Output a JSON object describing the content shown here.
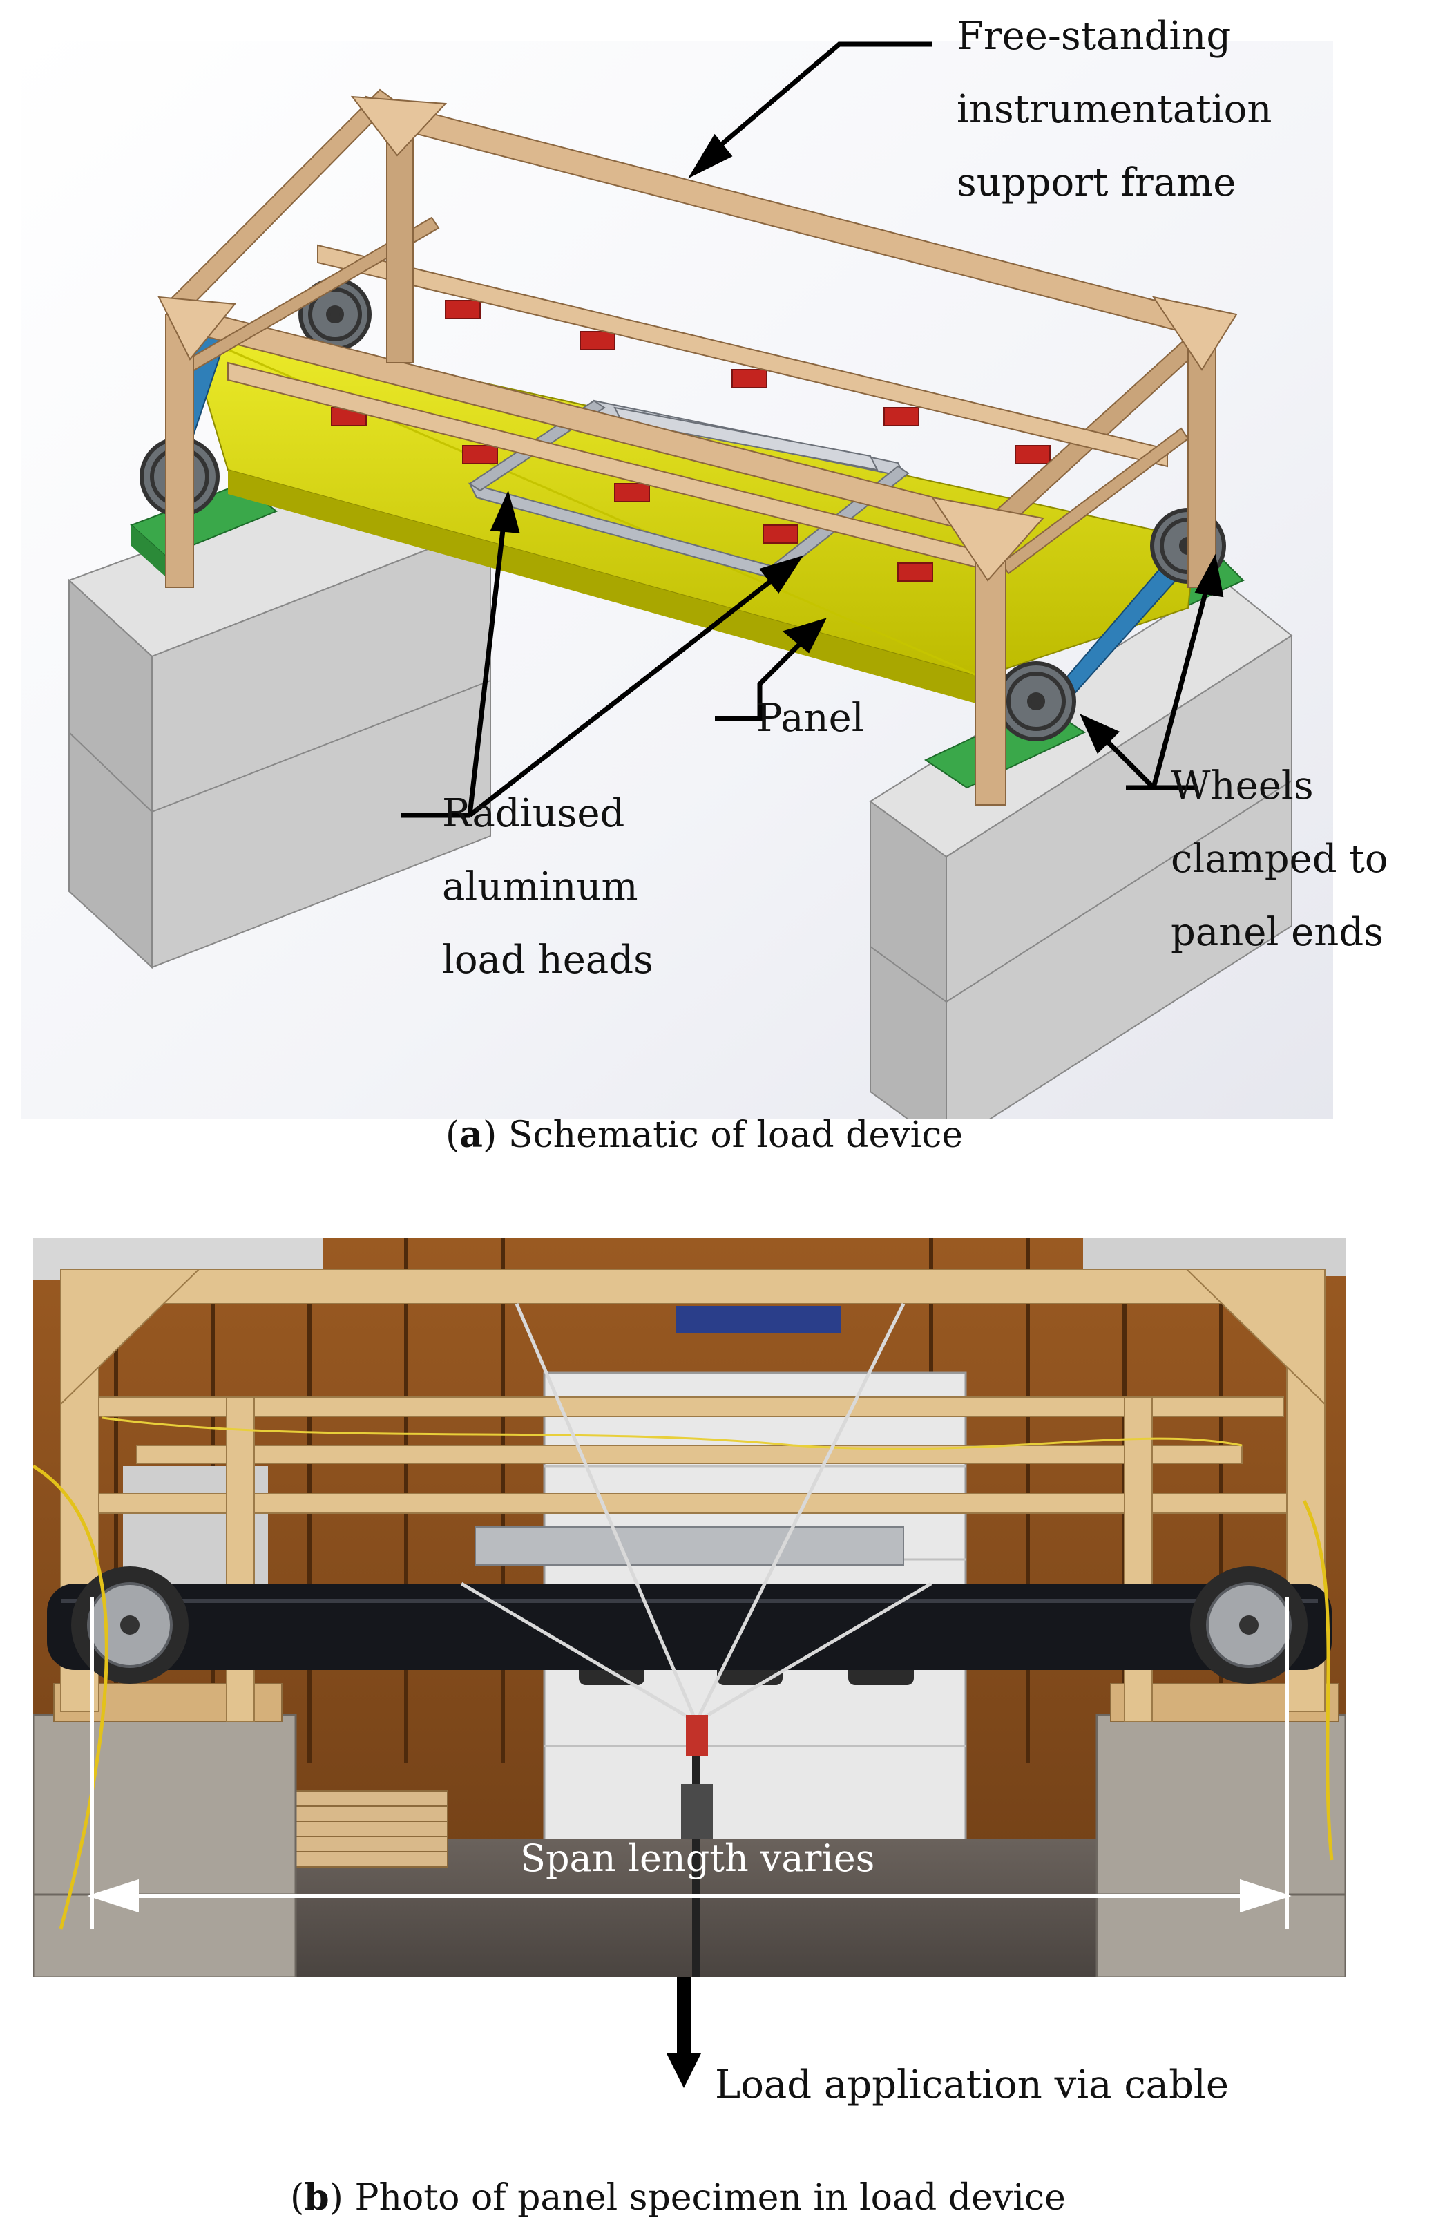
{
  "panel_a": {
    "labels": {
      "frame": [
        "Free-standing",
        "instrumentation",
        "support frame"
      ],
      "panel": "Panel",
      "load_heads": [
        "Radiused",
        "aluminum",
        "load heads"
      ],
      "wheels": [
        "Wheels",
        "clamped   to",
        "panel ends"
      ]
    },
    "caption_letter": "a",
    "caption_text": "Schematic of load device"
  },
  "panel_b": {
    "span_label": "Span length varies",
    "load_label": "Load application via cable",
    "caption_letter": "b",
    "caption_text": "Photo of panel specimen in load device"
  },
  "colors": {
    "wood": "#d9b48a",
    "wood_dark": "#b8875a",
    "panel_yellow": "#d8d600",
    "pad_green": "#3aa84a",
    "concrete": "#c8c8c8",
    "concrete_dark": "#9d9d9d",
    "axle_blue": "#2f7fb8",
    "sensor_red": "#c4241f",
    "aluminum": "#b7bcc4"
  }
}
